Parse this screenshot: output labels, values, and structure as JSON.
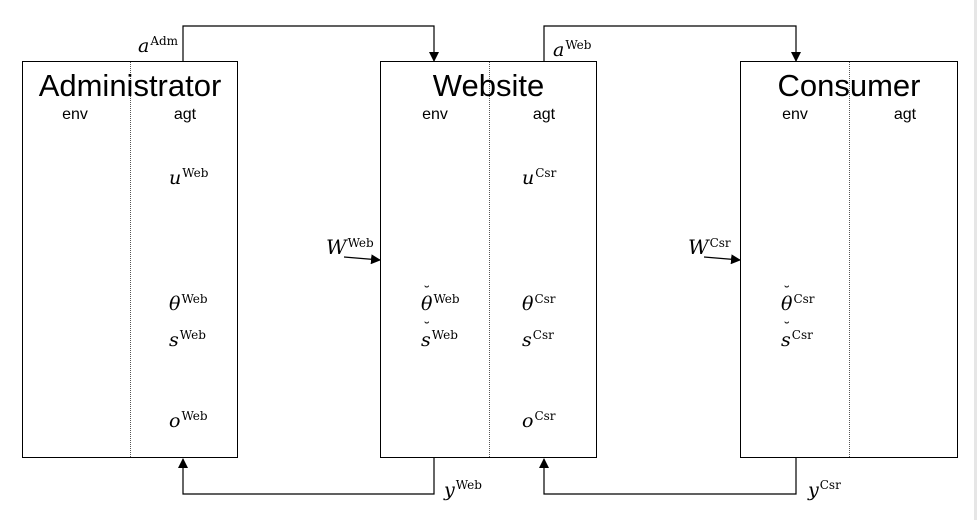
{
  "diagram": {
    "boxes": [
      {
        "id": "administrator",
        "title": "Administrator",
        "env_label": "env",
        "agt_label": "agt",
        "env_vars": [],
        "agt_vars": [
          {
            "base": "u",
            "sup": "Web"
          },
          {
            "base": "θ",
            "sup": "Web"
          },
          {
            "base": "s",
            "sup": "Web"
          },
          {
            "base": "o",
            "sup": "Web"
          }
        ]
      },
      {
        "id": "website",
        "title": "Website",
        "env_label": "env",
        "agt_label": "agt",
        "env_vars": [
          {
            "base": "θ",
            "sup": "Web",
            "accent": "breve"
          },
          {
            "base": "s",
            "sup": "Web",
            "accent": "breve"
          }
        ],
        "agt_vars": [
          {
            "base": "u",
            "sup": "Csr"
          },
          {
            "base": "θ",
            "sup": "Csr"
          },
          {
            "base": "s",
            "sup": "Csr"
          },
          {
            "base": "o",
            "sup": "Csr"
          }
        ]
      },
      {
        "id": "consumer",
        "title": "Consumer",
        "env_label": "env",
        "agt_label": "agt",
        "env_vars": [
          {
            "base": "θ",
            "sup": "Csr",
            "accent": "breve"
          },
          {
            "base": "s",
            "sup": "Csr",
            "accent": "breve"
          }
        ],
        "agt_vars": []
      }
    ],
    "signals": {
      "a_adm": {
        "base": "a",
        "sup": "Adm"
      },
      "a_web": {
        "base": "a",
        "sup": "Web"
      },
      "w_web": {
        "base": "W",
        "sup": "Web"
      },
      "w_csr": {
        "base": "W",
        "sup": "Csr"
      },
      "y_web": {
        "base": "y",
        "sup": "Web"
      },
      "y_csr": {
        "base": "y",
        "sup": "Csr"
      }
    },
    "colors": {
      "line": "#000000",
      "divider": "#555555",
      "background": "#ffffff"
    }
  }
}
